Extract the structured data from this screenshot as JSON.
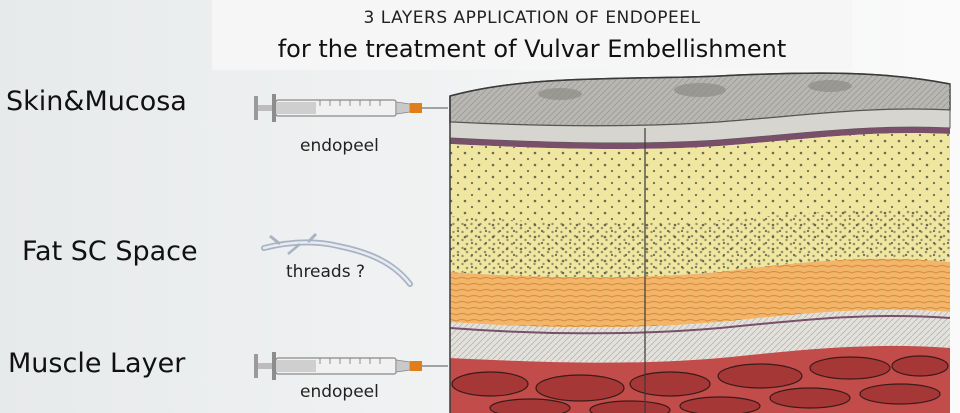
{
  "title": "3 LAYERS APPLICATION OF ENDOPEEL",
  "subtitle": "for the treatment of Vulvar Embellishment",
  "layers": [
    {
      "label": "Skin&Mucosa",
      "tool": "endopeel"
    },
    {
      "label": "Fat SC Space",
      "tool": "threads ?"
    },
    {
      "label": "Muscle Layer",
      "tool": "endopeel"
    }
  ],
  "colors": {
    "skin_top": "#b8b7b3",
    "fat": "#efe6a0",
    "subcutis": "#f2b56a",
    "fascia": "#e3e1dc",
    "muscle": "#c24c4a",
    "needle_hub": "#e07d1c"
  }
}
